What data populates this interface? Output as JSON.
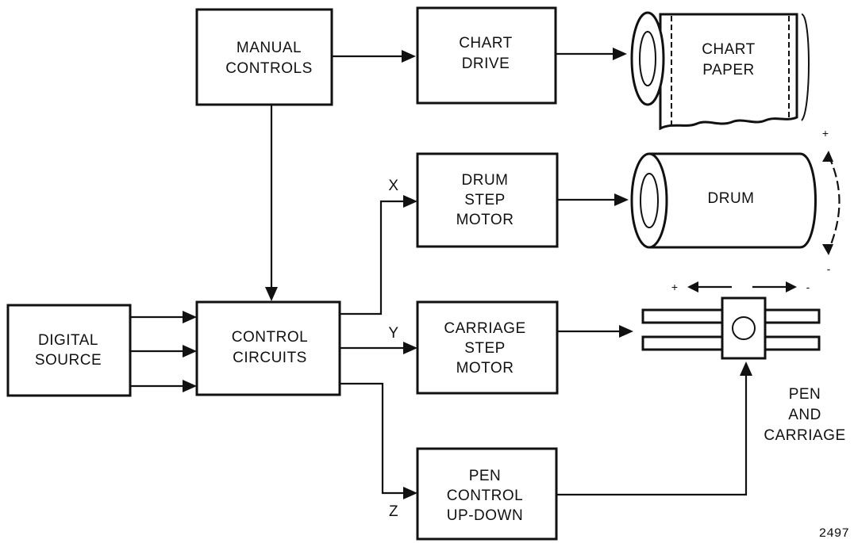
{
  "blocks": {
    "manual_controls": [
      "MANUAL",
      "CONTROLS"
    ],
    "chart_drive": [
      "CHART",
      "DRIVE"
    ],
    "chart_paper": [
      "CHART",
      "PAPER"
    ],
    "drum_step_motor": [
      "DRUM",
      "STEP",
      "MOTOR"
    ],
    "drum": [
      "DRUM"
    ],
    "digital_source": [
      "DIGITAL",
      "SOURCE"
    ],
    "control_circuits": [
      "CONTROL",
      "CIRCUITS"
    ],
    "carriage_step_motor": [
      "CARRIAGE",
      "STEP",
      "MOTOR"
    ],
    "pen_control": [
      "PEN",
      "CONTROL",
      "UP-DOWN"
    ],
    "pen_and_carriage": [
      "PEN",
      "AND",
      "CARRIAGE"
    ]
  },
  "axis_labels": {
    "x": "X",
    "y": "Y",
    "z": "Z"
  },
  "signs": {
    "drum_plus": "+",
    "drum_minus": "-",
    "carriage_plus": "+",
    "carriage_minus": "-"
  },
  "figure_number": "2497"
}
